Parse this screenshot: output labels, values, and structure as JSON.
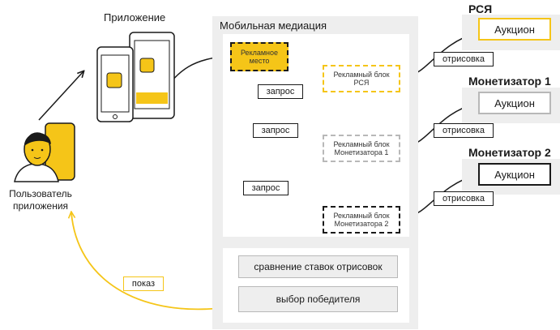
{
  "colors": {
    "accent": "#f5c518",
    "panel": "#eeeeee",
    "line": "#1a1a1a",
    "grey_border": "#b8b8b8"
  },
  "icons": {
    "app": "phone-and-tablet-icon",
    "user": "user-with-phone-icon"
  },
  "app_label": "Приложение",
  "user_label_line1": "Пользователь",
  "user_label_line2": "приложения",
  "mediation": {
    "title": "Мобильная медиация",
    "ad_place_line1": "Рекламное",
    "ad_place_line2": "место",
    "blocks": [
      {
        "line1": "Рекламный блок",
        "line2": "РСЯ"
      },
      {
        "line1": "Рекламный блок",
        "line2": "Монетизатора 1"
      },
      {
        "line1": "Рекламный блок",
        "line2": "Монетизатора 2"
      }
    ],
    "request_label": "запрос",
    "compare_button": "сравнение ставок отрисовок",
    "winner_button": "выбор победителя"
  },
  "networks": [
    {
      "title": "РСЯ",
      "auction": "Аукцион",
      "render_label": "отрисовка"
    },
    {
      "title": "Монетизатор 1",
      "auction": "Аукцион",
      "render_label": "отрисовка"
    },
    {
      "title": "Монетизатор 2",
      "auction": "Аукцион",
      "render_label": "отрисовка"
    }
  ],
  "show_label": "показ"
}
